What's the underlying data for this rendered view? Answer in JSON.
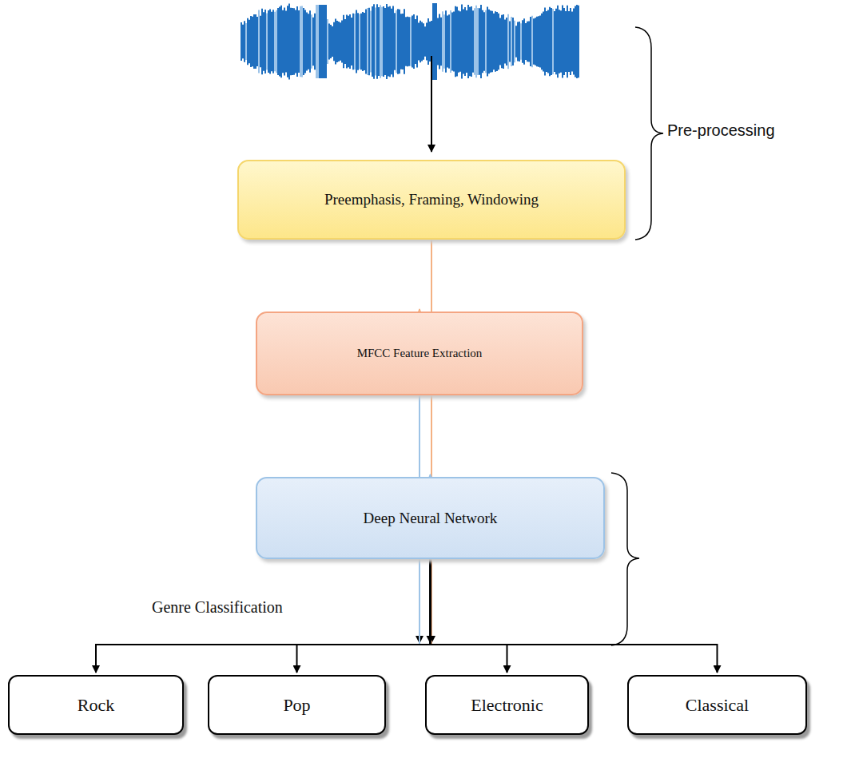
{
  "diagram": {
    "nodes": [
      {
        "text": [
          "Preemphasis, Framing, Windowing"
        ]
      },
      {
        "text": [
          "MFCC Feature Extraction"
        ]
      },
      {
        "text": [
          "Deep Neural Network"
        ]
      },
      {
        "text": [
          "Rock"
        ]
      },
      {
        "text": [
          "Pop"
        ]
      },
      {
        "text": [
          "Electronic"
        ]
      },
      {
        "text": [
          "Classical"
        ]
      }
    ],
    "edges": [
      {
        "from": 0,
        "to": 1,
        "arrow": "to"
      },
      {
        "from": 1,
        "to": 2,
        "arrow": "to"
      },
      {
        "from": 2,
        "to": 3,
        "arrow": "to"
      },
      {
        "from": 2,
        "to": 4,
        "arrow": "to"
      },
      {
        "from": 2,
        "to": 5,
        "arrow": "to"
      },
      {
        "from": 2,
        "to": 6,
        "arrow": "to"
      }
    ],
    "labels": [
      "Pre-processing",
      "Genre Classification"
    ]
  }
}
